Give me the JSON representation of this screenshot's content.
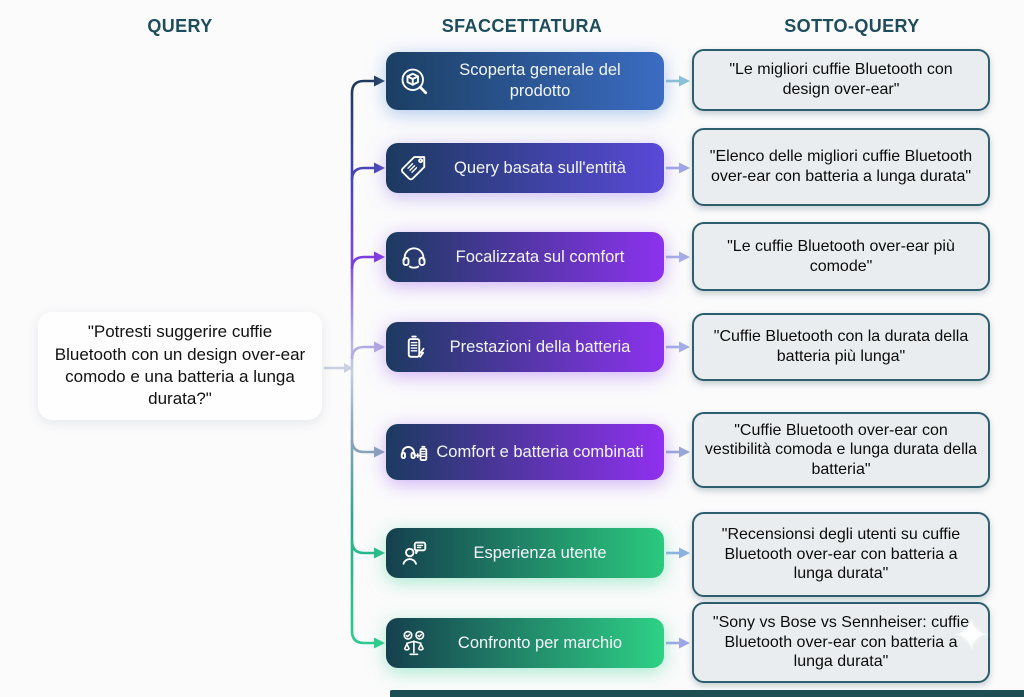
{
  "headers": {
    "query": "QUERY",
    "facet": "SFACCETTATURA",
    "subquery": "SOTTO-QUERY"
  },
  "query": {
    "text": "\"Potresti suggerire cuffie Bluetooth con un design over-ear comodo e una batteria a lunga durata?\""
  },
  "rows": [
    {
      "facet": {
        "label": "Scoperta generale del prodotto",
        "icon": "package-search-icon",
        "gradient_from": "#1b3f63",
        "gradient_to": "#3b6cc2",
        "glow": "#6f9fe0"
      },
      "branch_color": "#1e3a5f",
      "arrow_color": "#8cc2d6",
      "subquery": {
        "text": "\"Le migliori cuffie Bluetooth con design over-ear\""
      }
    },
    {
      "facet": {
        "label": "Query basata sull'entità",
        "icon": "tag-icon",
        "gradient_from": "#1c3a60",
        "gradient_to": "#5a49d8",
        "glow": "#9b80ee"
      },
      "branch_color": "#4746b4",
      "arrow_color": "#9fa6e6",
      "subquery": {
        "text": "\"Elenco delle migliori cuffie Bluetooth over-ear con batteria a lunga durata\""
      }
    },
    {
      "facet": {
        "label": "Focalizzata sul comfort",
        "icon": "headphones-comfort-icon",
        "gradient_from": "#1c3a60",
        "gradient_to": "#8c32ee",
        "glow": "#a468f2"
      },
      "branch_color": "#7e3be0",
      "arrow_color": "#a6aee8",
      "subquery": {
        "text": "\"Le cuffie Bluetooth over-ear più comode\""
      }
    },
    {
      "facet": {
        "label": "Prestazioni della batteria",
        "icon": "battery-charging-icon",
        "gradient_from": "#1c3a60",
        "gradient_to": "#8c32ee",
        "glow": "#a468f2"
      },
      "branch_color": "#b2abe4",
      "arrow_color": "#a6aee8",
      "subquery": {
        "text": "\"Cuffie Bluetooth con la durata della batteria più lunga\""
      }
    },
    {
      "facet": {
        "label": "Comfort e batteria combinati",
        "icon": "headphones-plus-battery-icon",
        "gradient_from": "#1c3a60",
        "gradient_to": "#9030f0",
        "glow": "#a468f2"
      },
      "branch_color": "#87a2bb",
      "arrow_color": "#9aa8d8",
      "subquery": {
        "text": "\"Cuffie Bluetooth over-ear con vestibilità comoda e lunga durata della batteria\""
      }
    },
    {
      "facet": {
        "label": "Esperienza utente",
        "icon": "user-review-icon",
        "gradient_from": "#15404e",
        "gradient_to": "#2bc97e",
        "glow": "#52d9a0"
      },
      "branch_color": "#28b989",
      "arrow_color": "#8fb2e2",
      "subquery": {
        "text": "\"Recensionsi degli utenti su cuffie Bluetooth over-ear con batteria a lunga durata\""
      }
    },
    {
      "facet": {
        "label": "Confronto per marchio",
        "icon": "brand-comparison-icon",
        "gradient_from": "#15404e",
        "gradient_to": "#2ed186",
        "glow": "#52d9a0"
      },
      "branch_color": "#2bcb8d",
      "arrow_color": "#9fa6e6",
      "subquery": {
        "text": "\"Sony vs Bose vs Sennheiser: cuffie Bluetooth over-ear con batteria a lunga durata\""
      }
    }
  ],
  "colors": {
    "header_text": "#1d4c5c",
    "background": "#fbfbfc",
    "subquery_bg": "#e9edef",
    "subquery_border": "#2d5e6d",
    "query_entry_arrow": "#c8d2e2",
    "bottom_bar": "#1c4e53"
  },
  "decor": {
    "sparkle": "✦"
  }
}
